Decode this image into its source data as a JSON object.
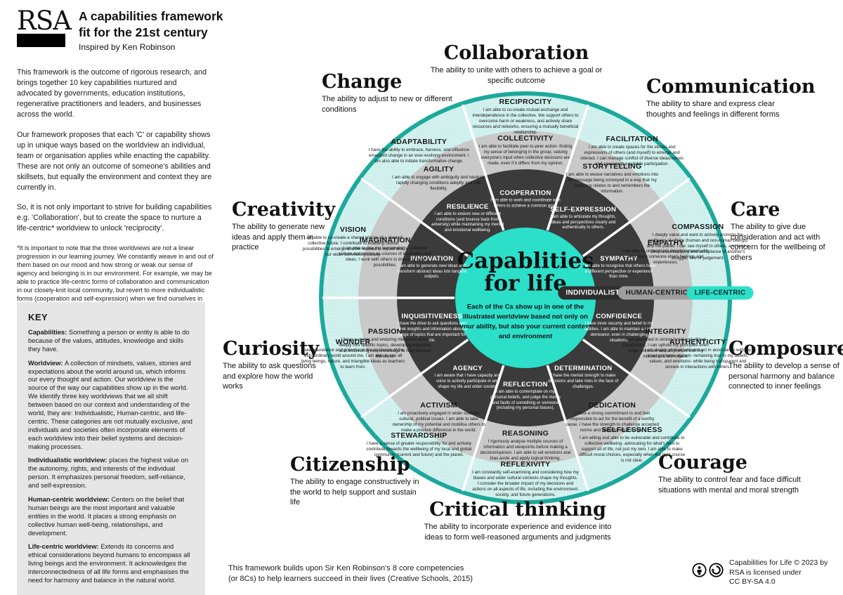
{
  "colors": {
    "teal": "#2BDFC9",
    "teal_border": "#1CA99C",
    "cyan_ring": "#D2F1EE",
    "cyan_dot": "#BEE9E4",
    "gray_ring": "#C9C9C9",
    "dark_ring": "#3B3B3B",
    "key_bg": "#E6E6E6"
  },
  "header": {
    "logo": "RSA",
    "title": "A capabilities framework\nfit for the 21st century",
    "subtitle": "Inspired by Ken Robinson"
  },
  "intro": {
    "p1": "This framework is the outcome of rigorous research, and brings together 10 key capabilities nurtured and advocated by governments, education institutions, regenerative practitioners and leaders, and businesses across the world.",
    "p2": "Our framework proposes that each 'C' or capability shows up in unique ways based on the worldview an individual, team or organisation applies while enacting the capability. These are not only an outcome of someone's abilities and skillsets, but equally the environment and context they are currently in.",
    "p3": "So, it is not only important to strive for building capabilities e.g. 'Collaboration', but to create the space to nurture a life-centric* worldview to unlock 'reciprocity'.",
    "footnote": "*It is important to note that the three worldviews are not a linear progression in our learning journey. We constantly weave in and out of them based on our mood and how strong or weak our sense of agency and belonging is in our environment. For example, we may be able to practice life-centric forms of collaboration and communication in our closely-knit local community, but revert to more individualistic forms (cooperation and self-expression) when we find ourselves in highly competitive workplaces or in a new environment where we have no prior connections."
  },
  "key": {
    "title": "KEY",
    "entries": [
      {
        "term": "Capabilities",
        "text": "Something a person or entity is able to do because of the values, attitudes, knowledge and skills they have."
      },
      {
        "term": "Worldview",
        "text": "A collection of mindsets, values, stories and expectations about the world around us, which informs our every thought and action. Our worldview is the source of the way our capabilities show up in the world. We identify three key worldviews that we all shift between based on our context and understanding of the world, they are: Individualistic, Human-centric, and life-centric. These categories are not mutually exclusive, and individuals and societies often incorporate elements of each worldview into their belief systems and decision-making processes."
      },
      {
        "term": "Individualistic worldview",
        "text": "places the highest value on the autonomy, rights, and interests of the individual person. It emphasizes personal freedom, self-reliance, and self-expression."
      },
      {
        "term": "Human-centric worldview",
        "text": "Centers on the belief that human beings are the most important and valuable entities in the world. It places a strong emphasis on collective human well-being, relationships, and development."
      },
      {
        "term": "Life-centric worldview",
        "text": "Extends its concerns and ethical considerations beyond humans to encompass all living beings and the environment. It acknowledges the interconnectedness of all life forms and emphasises the need for harmony and balance in the natural world."
      }
    ]
  },
  "wheel": {
    "center": {
      "title": "Capablities\nfor life",
      "description": "Each of the Cs show up in one of the illustrated worldview based not only on your ability, but also your current context and environment"
    },
    "pills": [
      {
        "label": "INDIVIDUALISTIC"
      },
      {
        "label": "HUMAN-CENTRIC"
      },
      {
        "label": "LIFE-CENTRIC"
      }
    ]
  },
  "capabilities": [
    {
      "name": "Collaboration",
      "tagline": "The ability to unite with others to achieve a goal or specific outcome",
      "rings": {
        "individualistic": {
          "title": "COOPERATION",
          "text": "I am able to work and coordinate with others to achieve a common goal."
        },
        "human_centric": {
          "title": "COLLECTIVITY",
          "text": "I am able to facilitate peer-to-peer action- finding my sense of belonging in the group, valuing everyone's input when collective decisions are made, even if it differs from my opinion."
        },
        "life_centric": {
          "title": "RECIPROCITY",
          "text": "I am able to co-create mutual exchange and interdependence in the collective. We support others to overcome harm or weakness, and actively share resources and networks, ensuring a mutually beneficial relationship."
        }
      }
    },
    {
      "name": "Communication",
      "tagline": "The ability to share and express clear thoughts and feelings in different forms",
      "rings": {
        "individualistic": {
          "title": "SELF-EXPRESSION",
          "text": "I am able to articulate my thoughts, ideas and perspectives clearly and authentically to others."
        },
        "human_centric": {
          "title": "STORYTELLING",
          "text": "I am able to weave narratives and emotions into the message being conveyed in a way that my audience relates to and remembers the information."
        },
        "life_centric": {
          "title": "FACILITATION",
          "text": "I am able to create spaces for the stories and expressions of others (and myself) to emerge and interact. I can manage conflict of diverse ideas/voices and encourage equitable participation."
        }
      }
    },
    {
      "name": "Care",
      "tagline": "The ability to give due consideration and act with concern for the wellbeing of others",
      "rings": {
        "individualistic": {
          "title": "SYMPATHY",
          "text": "I am able to recognise that others have a different perspective or experience than mine."
        },
        "human_centric": {
          "title": "EMPATHY",
          "text": "I am able to understand, deeply connect with, and share someone else's feelings and experiences."
        },
        "life_centric": {
          "title": "COMPASSION",
          "text": "I deeply value and want to actively promote the wellbeing of others (human and non-human beings) and the planet. I can see myself in others, and hold a deep understanding and acceptance of another's struggle, free of judgement."
        }
      }
    },
    {
      "name": "Composure",
      "tagline": "The ability to develop a sense of personal harmony and balance connected to inner feelings",
      "rings": {
        "individualistic": {
          "title": "CONFIDENCE",
          "text": "I have inner security and belief in my abilities. I am able to maintain a calm demeanor, even in challenging situations."
        },
        "human_centric": {
          "title": "INTEGRITY",
          "text": "I am grounded in strong moral and ethical foundations. I can uphold my principles even under pressure and am honest with my interactions with others."
        },
        "life_centric": {
          "title": "AUTHENTICITY",
          "text": "I am deeply aligned with and act in accordance with my inner guidance system- remaining true to my beliefs, values, and emotions- while being transparent and sincere in interactions with others."
        }
      }
    },
    {
      "name": "Courage",
      "tagline": "The ability to control fear and face difficult situations with mental and moral strength",
      "rings": {
        "individualistic": {
          "title": "DETERMINATION",
          "text": "I have the mental strength to make decisions and take risks in the face of challenges."
        },
        "human_centric": {
          "title": "DEDICATION",
          "text": "I have a strong commitment to and feel responsible to act for the benefit of a worthy cause. I have the strength to challenge accepted norms and stand for what is right."
        },
        "life_centric": {
          "title": "SELFLESSNESS",
          "text": "I am willing and able to be vulnerable and contribute to collective wellbeing- advocating for what's best to support all of life, not just my own. I am able to make difficult moral choices, especially when the right course is not clear."
        }
      }
    },
    {
      "name": "Critical thinking",
      "tagline": "The ability to incorporate experience and evidence into ideas to form well-reasoned arguments and judgments",
      "rings": {
        "individualistic": {
          "title": "REFLECTION",
          "text": "I am able to contemplate on my personal beliefs, and judge the merits and faults of something or someone (including my personal biases)."
        },
        "human_centric": {
          "title": "REASONING",
          "text": "I rigorously analyse multiple sources of information and viewpoints before making a decision/opinion. I am able to set emotions and bias aside and apply logical thinking."
        },
        "life_centric": {
          "title": "REFLEXIVITY",
          "text": "I am constantly self-examining and considering how my biases and wider cultural contexts shape my thoughts. I consider the broader impact of my decisions and actions on all aspects of life, including the environment, society, and future generations."
        }
      }
    },
    {
      "name": "Citizenship",
      "tagline": "The ability to engage constructively in the world to help support and sustain life",
      "rings": {
        "individualistic": {
          "title": "AGENCY",
          "text": "I am aware that I have capacity and voice to actively participate in and shape my life and wider society."
        },
        "human_centric": {
          "title": "ACTIVISM",
          "text": "I am proactively engaged in wider societal, cultural, political issues. I am able to take ownership of my potential and mobilise others to make a positive difference in the world."
        },
        "life_centric": {
          "title": "STEWARDSHIP",
          "text": "I have a sense of greater responsibility for and actively contribute towards the wellbeing of my local and global community (current and future) and the planet."
        }
      }
    },
    {
      "name": "Curiosity",
      "tagline": "The ability to ask questions and explore how the world works",
      "rings": {
        "individualistic": {
          "title": "INQUISITIVENESS",
          "text": "I have the drive to ask questions and seek insights and information about a range of topics that are important for me."
        },
        "human_centric": {
          "title": "PASSION",
          "text": "I have a strong and enduring interest in diving deeply into specific topics, developing expertise, and uncovering new knowledge to help improve the world."
        },
        "life_centric": {
          "title": "WONDER",
          "text": "I see abundance and potential in the mysteries of the extraordinary world around me. I am able to see all living beings, nature, and intangible ideas as teachers to learn from."
        }
      }
    },
    {
      "name": "Creativity",
      "tagline": "The ability to generate new ideas and apply them in practice",
      "rings": {
        "individualistic": {
          "title": "INNOVATION",
          "text": "I am able to generate new ideas and transform abstract ideas into tangible outputs."
        },
        "human_centric": {
          "title": "IMAGINATION",
          "text": "I am able to use my surroundings, collective culture and stories as sources of inspiration and ideas. I work with others to dream of new possibilities."
        },
        "life_centric": {
          "title": "VISION",
          "text": "I am able to co-create a shared picture of a desired collective future. I contribute to enabling radical possibilities to emerge and be realised in myself and our wider community/society."
        }
      }
    },
    {
      "name": "Change",
      "tagline": "The ability to adjust to new or different conditions",
      "rings": {
        "individualistic": {
          "title": "RESILIENCE",
          "text": "I am able to endure new or different conditions (and bounce back from adversity) while maintaining my mental and emotional wellbeing."
        },
        "human_centric": {
          "title": "AGILITY",
          "text": "I am able to engage with ambiguity and navigate rapidly changing conditions adeptly and with flexibility."
        },
        "life_centric": {
          "title": "ADAPTABILITY",
          "text": "I have the ability to embrace, harness, and influence emergent change in an ever-evolving environment. I am also able to initiate transformative change."
        }
      }
    }
  ],
  "footer": {
    "note": "This framework builds upon Sir Ken Robinson's 8 core competencies\n(or 8Cs) to help learners succeed in their lives (Creative Schools, 2015)",
    "license": "Capabilities for Life © 2023 by\nRSA is licensed under\nCC BY-SA 4.0"
  }
}
